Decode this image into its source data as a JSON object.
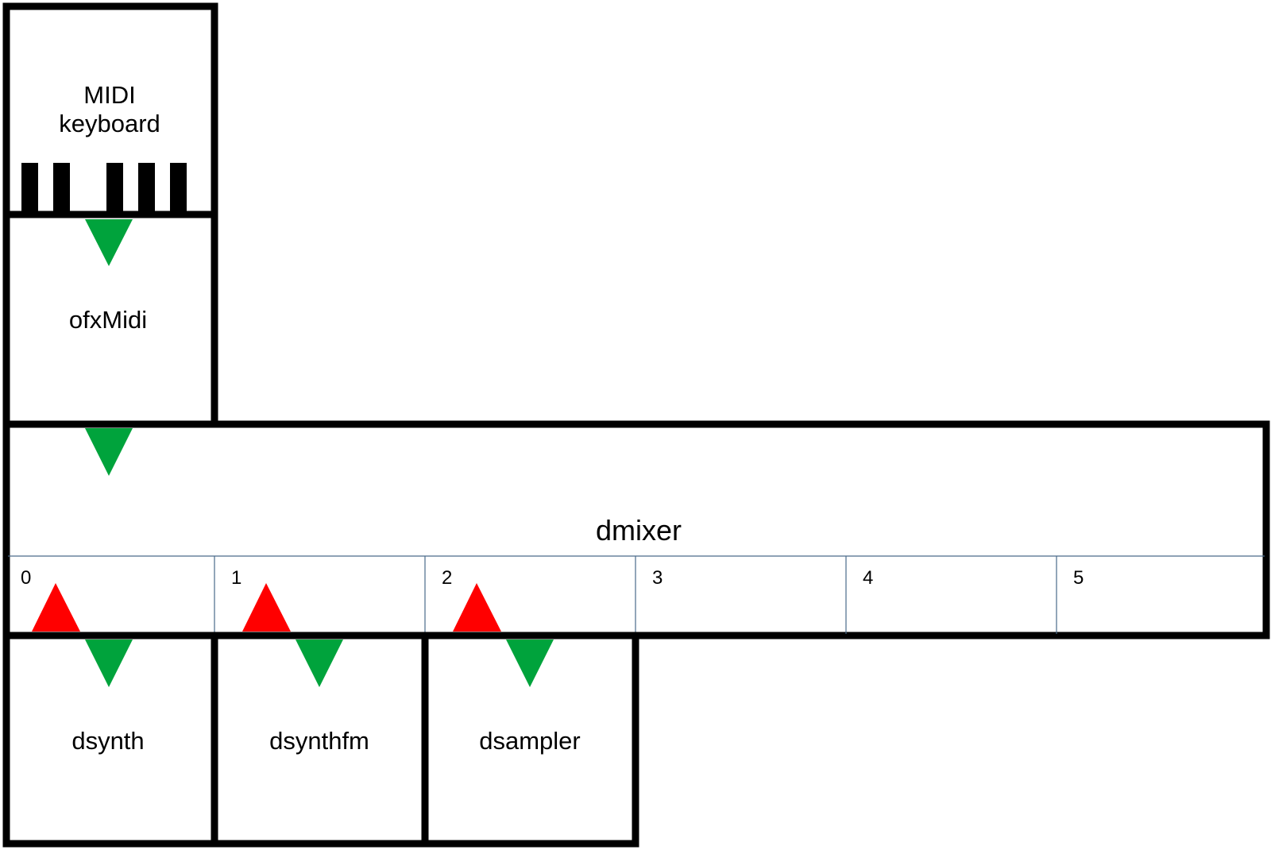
{
  "modules": {
    "midi_keyboard": {
      "line1": "MIDI",
      "line2": "keyboard"
    },
    "ofxmidi": {
      "label": "ofxMidi"
    },
    "dmixer": {
      "label": "dmixer",
      "channels": [
        "0",
        "1",
        "2",
        "3",
        "4",
        "5"
      ]
    },
    "dsynth": {
      "label": "dsynth"
    },
    "dsynthfm": {
      "label": "dsynthfm"
    },
    "dsampler": {
      "label": "dsampler"
    }
  },
  "colors": {
    "stroke": "#000000",
    "output_arrow": "#00a33c",
    "input_arrow": "#ff0000",
    "channel_divider": "#4a6b8a"
  }
}
